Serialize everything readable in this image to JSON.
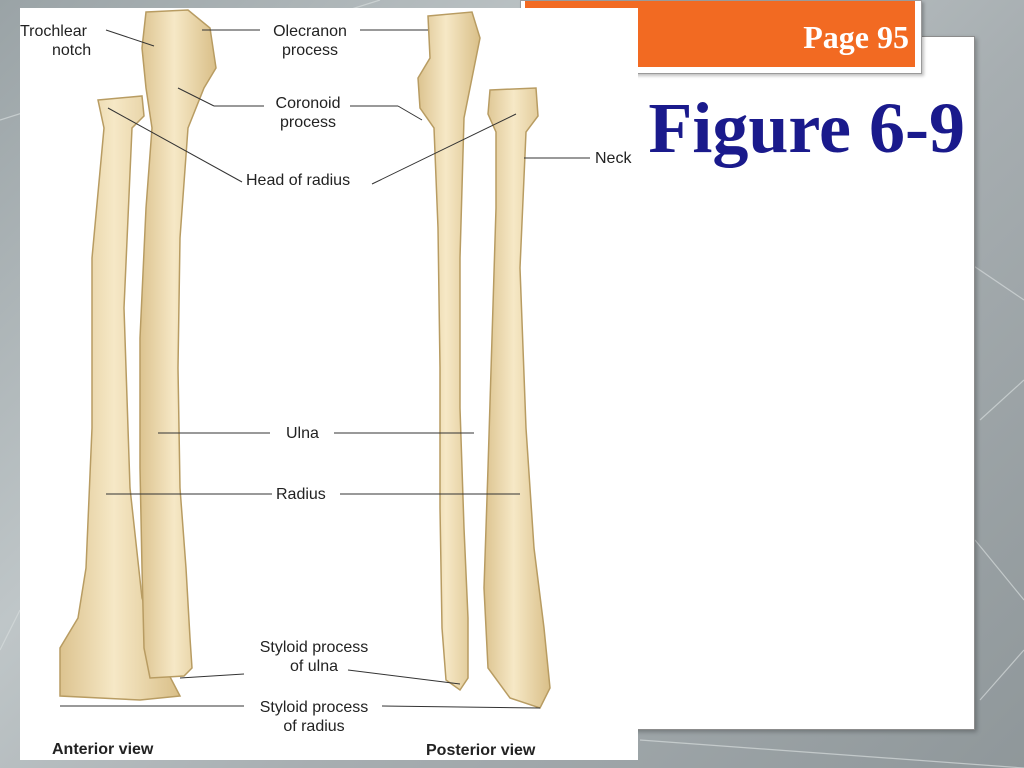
{
  "slide": {
    "page_label": "Page 95",
    "figure_title": "Figure 6-9"
  },
  "diagram": {
    "labels": {
      "trochlear_notch": [
        "Trochlear",
        "notch"
      ],
      "olecranon_process": [
        "Olecranon",
        "process"
      ],
      "coronoid_process": [
        "Coronoid",
        "process"
      ],
      "head_of_radius": "Head of radius",
      "neck": "Neck",
      "ulna": "Ulna",
      "radius": "Radius",
      "styloid_process_ulna": [
        "Styloid process",
        "of ulna"
      ],
      "styloid_process_radius": [
        "Styloid process",
        "of radius"
      ]
    },
    "views": {
      "anterior": "Anterior view",
      "posterior": "Posterior view"
    },
    "colors": {
      "bone_fill": "#f1dfb6",
      "bone_shade": "#dcc38f",
      "bone_outline": "#b89c62",
      "accent_tab": "#f26a22",
      "title_color": "#1a1a8c"
    }
  }
}
